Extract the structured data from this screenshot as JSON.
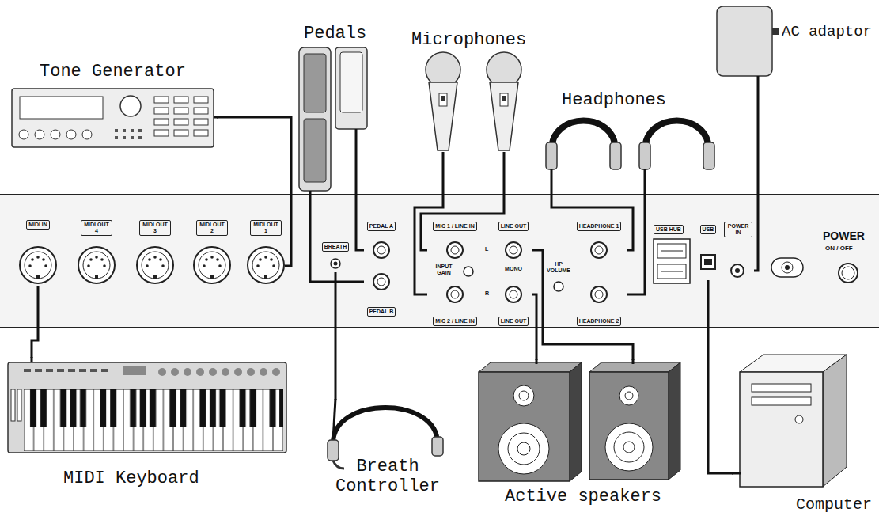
{
  "diagram": {
    "nodes": [
      {
        "text": [
          "Tone Generator"
        ]
      },
      {
        "text": [
          "Pedals"
        ]
      },
      {
        "text": [
          "Microphones"
        ]
      },
      {
        "text": [
          "Headphones"
        ]
      },
      {
        "text": [
          "AC adaptor"
        ]
      },
      {
        "text": [
          "MIDI IN"
        ]
      },
      {
        "text": [
          "MIDI OUT 4"
        ]
      },
      {
        "text": [
          "MIDI OUT 3"
        ]
      },
      {
        "text": [
          "MIDI OUT 2"
        ]
      },
      {
        "text": [
          "MIDI OUT 1"
        ]
      },
      {
        "text": [
          "PEDAL A"
        ]
      },
      {
        "text": [
          "BREATH"
        ]
      },
      {
        "text": [
          "MIC 1 / LINE IN"
        ]
      },
      {
        "text": [
          "LINE OUT"
        ]
      },
      {
        "text": [
          "HEADPHONE 1"
        ]
      },
      {
        "text": [
          "USB"
        ]
      },
      {
        "text": [
          "POWER IN"
        ]
      },
      {
        "text": [
          "PEDAL B"
        ]
      },
      {
        "text": [
          "MIC 2 / LINE IN"
        ]
      },
      {
        "text": [
          "LINE OUT"
        ]
      },
      {
        "text": [
          "HEADPHONE 2"
        ]
      },
      {
        "text": [
          "MIDI Keyboard"
        ]
      },
      {
        "text": [
          "Breath Controller"
        ]
      },
      {
        "text": [
          "Active speakers"
        ]
      },
      {
        "text": [
          "Computer"
        ]
      }
    ],
    "edges": [
      {
        "from": 0,
        "to": 9,
        "arrow": "none"
      },
      {
        "from": 1,
        "to": 10,
        "arrow": "none"
      },
      {
        "from": 1,
        "to": 17,
        "arrow": "none"
      },
      {
        "from": 2,
        "to": 12,
        "arrow": "none"
      },
      {
        "from": 2,
        "to": 18,
        "arrow": "none"
      },
      {
        "from": 3,
        "to": 14,
        "arrow": "none"
      },
      {
        "from": 3,
        "to": 20,
        "arrow": "none"
      },
      {
        "from": 4,
        "to": 16,
        "arrow": "none"
      },
      {
        "from": 21,
        "to": 5,
        "arrow": "none"
      },
      {
        "from": 22,
        "to": 11,
        "arrow": "none"
      },
      {
        "from": 23,
        "to": 13,
        "arrow": "none"
      },
      {
        "from": 23,
        "to": 19,
        "arrow": "none"
      },
      {
        "from": 24,
        "to": 15,
        "arrow": "none"
      }
    ],
    "labels": [
      "INPUT GAIN",
      "L",
      "MONO",
      "R",
      "HP VOLUME",
      "USB HUB",
      "POWER",
      "ON / OFF"
    ]
  }
}
